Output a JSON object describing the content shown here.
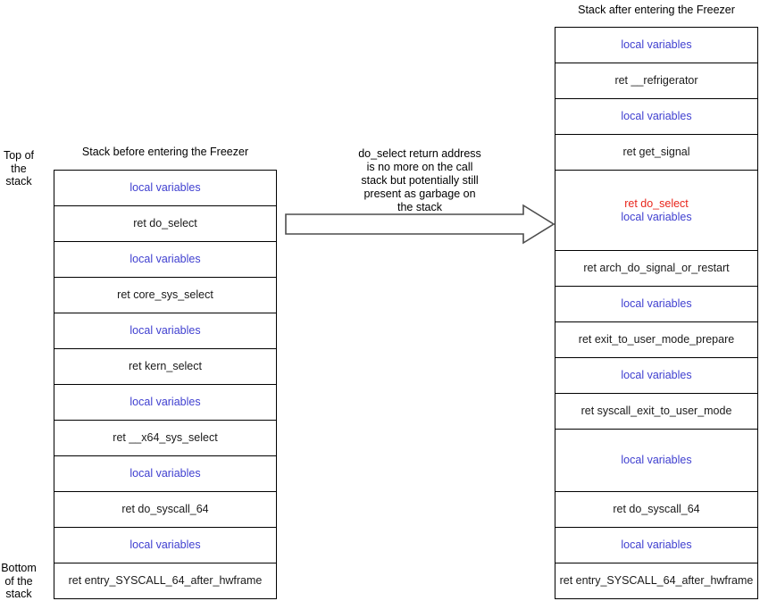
{
  "diagram": {
    "left_stack": {
      "title": "Stack before entering the Freezer",
      "top_label": "Top of\nthe\nstack",
      "bottom_label": "Bottom\nof the\nstack",
      "frames": [
        {
          "kind": "locals",
          "text": "local variables"
        },
        {
          "kind": "ret",
          "text": "ret do_select"
        },
        {
          "kind": "locals",
          "text": "local variables"
        },
        {
          "kind": "ret",
          "text": "ret core_sys_select"
        },
        {
          "kind": "locals",
          "text": "local variables"
        },
        {
          "kind": "ret",
          "text": "ret kern_select"
        },
        {
          "kind": "locals",
          "text": "local variables"
        },
        {
          "kind": "ret",
          "text": "ret __x64_sys_select"
        },
        {
          "kind": "locals",
          "text": "local variables"
        },
        {
          "kind": "ret",
          "text": "ret do_syscall_64"
        },
        {
          "kind": "locals",
          "text": "local variables"
        },
        {
          "kind": "ret",
          "text": "ret entry_SYSCALL_64_after_hwframe"
        }
      ]
    },
    "right_stack": {
      "title": "Stack after entering the Freezer",
      "frames": [
        {
          "kind": "locals",
          "text": "local variables"
        },
        {
          "kind": "ret",
          "text": "ret __refrigerator"
        },
        {
          "kind": "locals",
          "text": "local variables"
        },
        {
          "kind": "ret",
          "text": "ret get_signal"
        },
        {
          "kind": "garbage",
          "text_line1": "ret do_select",
          "text_line2": "local variables"
        },
        {
          "kind": "ret",
          "text": "ret arch_do_signal_or_restart"
        },
        {
          "kind": "locals",
          "text": "local variables"
        },
        {
          "kind": "ret",
          "text": "ret exit_to_user_mode_prepare"
        },
        {
          "kind": "locals",
          "text": "local variables"
        },
        {
          "kind": "ret",
          "text": "ret syscall_exit_to_user_mode"
        },
        {
          "kind": "locals",
          "text": "local variables"
        },
        {
          "kind": "ret",
          "text": "ret do_syscall_64"
        },
        {
          "kind": "locals",
          "text": "local variables"
        },
        {
          "kind": "ret",
          "text": "ret entry_SYSCALL_64_after_hwframe"
        }
      ]
    },
    "arrow_caption": "do_select return address\nis no more on the call\nstack but potentially still\npresent as garbage on\nthe stack",
    "colors": {
      "locals_text": "#4040d0",
      "return_text": "#1a1a1a",
      "garbage_highlight": "#e8261c",
      "border": "#000000",
      "background": "#ffffff"
    }
  }
}
